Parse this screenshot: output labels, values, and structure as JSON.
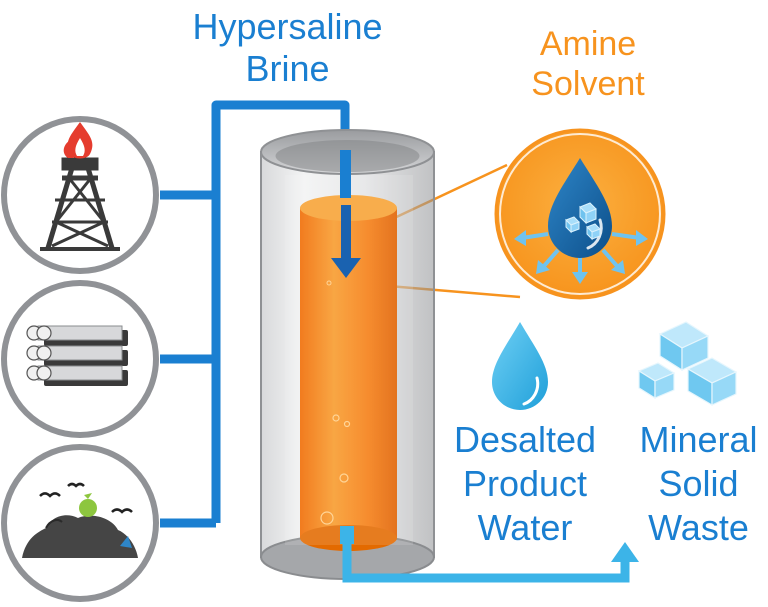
{
  "labels": {
    "brine": [
      "Hypersaline",
      "Brine"
    ],
    "amine": [
      "Amine",
      "Solvent"
    ],
    "product": [
      "Desalted",
      "Product",
      "Water"
    ],
    "mineral": [
      "Mineral",
      "Solid",
      "Waste"
    ]
  },
  "sources": [
    {
      "name": "oil-gas-well-icon"
    },
    {
      "name": "pipes-icon"
    },
    {
      "name": "landfill-icon"
    }
  ],
  "colors": {
    "brine_blue": "#1a7fd1",
    "product_blue": "#3cb4e8",
    "amine_orange": "#f7931e",
    "cylinder_gray": "#a9abae",
    "column_orange": "#f07a10",
    "icon_dark": "#3a3a3a"
  }
}
